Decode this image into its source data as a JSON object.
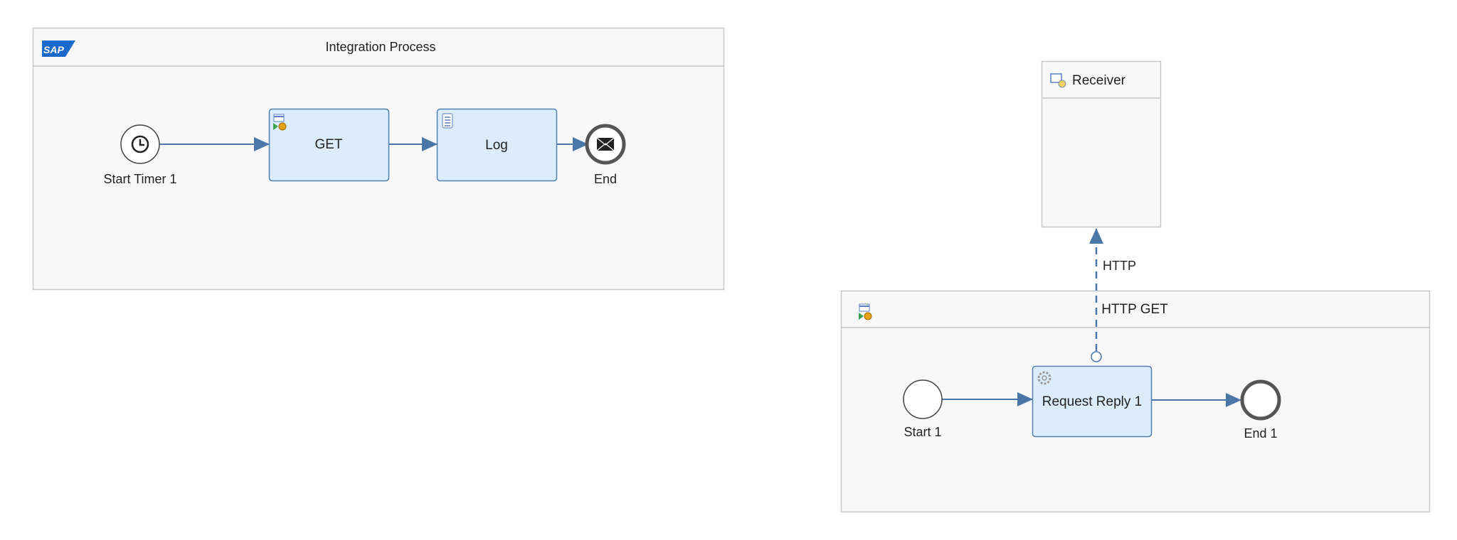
{
  "integration_process": {
    "title": "Integration Process",
    "logo_text": "SAP",
    "start": {
      "label": "Start Timer 1",
      "icon": "clock-icon"
    },
    "steps": [
      {
        "label": "GET",
        "icon": "process-call-icon"
      },
      {
        "label": "Log",
        "icon": "script-icon"
      }
    ],
    "end": {
      "label": "End",
      "icon": "envelope-icon"
    }
  },
  "receiver": {
    "title": "Receiver",
    "icon": "receiver-system-icon"
  },
  "connection": {
    "label": "HTTP"
  },
  "local_process": {
    "title": "HTTP GET",
    "icon": "process-call-icon",
    "start": {
      "label": "Start 1"
    },
    "step": {
      "label": "Request Reply 1",
      "icon": "gear-icon"
    },
    "end": {
      "label": "End 1"
    }
  },
  "colors": {
    "pool_bg": "#f8f8f8",
    "pool_border": "#c8c8c8",
    "task_fill": "#dcecfb",
    "task_border": "#4f7fb0",
    "flow": "#4a76a8"
  }
}
